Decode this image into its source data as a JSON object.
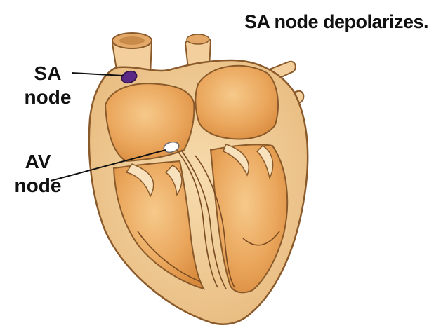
{
  "title": "SA node depolarizes.",
  "labels": {
    "sa_node": [
      "SA",
      "node"
    ],
    "av_node": [
      "AV",
      "node"
    ]
  },
  "colors": {
    "heart_fill": "#f2c88e",
    "heart_chamber": "#e9a65a",
    "heart_outline": "#8a5a2b",
    "sa_node": "#5b2a86",
    "av_node": "#ffffff"
  }
}
